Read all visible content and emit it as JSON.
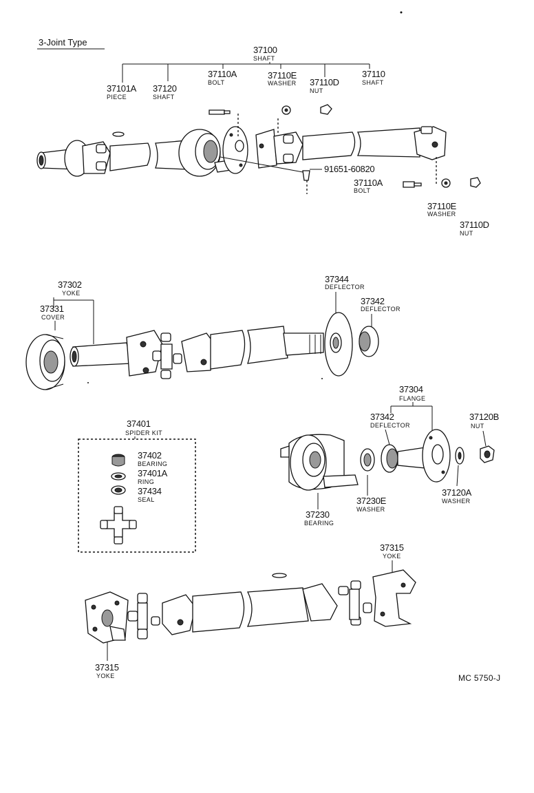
{
  "title": "3-Joint Type",
  "reference_code": "MC 5750-J",
  "top_group": {
    "shaft_assy": {
      "number": "37100",
      "name": "SHAFT"
    },
    "piece": {
      "number": "37101A",
      "name": "PIECE"
    },
    "shaft_front": {
      "number": "37120",
      "name": "SHAFT"
    },
    "bolt": {
      "number": "37110A",
      "name": "BOLT"
    },
    "washer": {
      "number": "37110E",
      "name": "WASHER"
    },
    "nut": {
      "number": "37110D",
      "name": "NUT"
    },
    "shaft_rear": {
      "number": "37110",
      "name": "SHAFT"
    },
    "grease_fitting": {
      "number": "91651-60820"
    },
    "bolt_2": {
      "number": "37110A",
      "name": "BOLT"
    },
    "washer_2": {
      "number": "37110E",
      "name": "WASHER"
    },
    "nut_2": {
      "number": "37110D",
      "name": "NUT"
    }
  },
  "middle_group": {
    "yoke": {
      "number": "37302",
      "name": "YOKE"
    },
    "cover": {
      "number": "37331",
      "name": "COVER"
    },
    "deflector_large": {
      "number": "37344",
      "name": "DEFLECTOR"
    },
    "deflector_small": {
      "number": "37342",
      "name": "DEFLECTOR"
    }
  },
  "spider_kit": {
    "kit": {
      "number": "37401",
      "name": "SPIDER KIT"
    },
    "bearing": {
      "number": "37402",
      "name": "BEARING"
    },
    "ring": {
      "number": "37401A",
      "name": "RING"
    },
    "seal": {
      "number": "37434",
      "name": "SEAL"
    }
  },
  "center_bearing_group": {
    "flange": {
      "number": "37304",
      "name": "FLANGE"
    },
    "deflector": {
      "number": "37342",
      "name": "DEFLECTOR"
    },
    "nut": {
      "number": "37120B",
      "name": "NUT"
    },
    "bearing": {
      "number": "37230",
      "name": "BEARING"
    },
    "washer_left": {
      "number": "37230E",
      "name": "WASHER"
    },
    "washer_right": {
      "number": "37120A",
      "name": "WASHER"
    }
  },
  "bottom_group": {
    "yoke_right": {
      "number": "37315",
      "name": "YOKE"
    },
    "yoke_left": {
      "number": "37315",
      "name": "YOKE"
    }
  }
}
